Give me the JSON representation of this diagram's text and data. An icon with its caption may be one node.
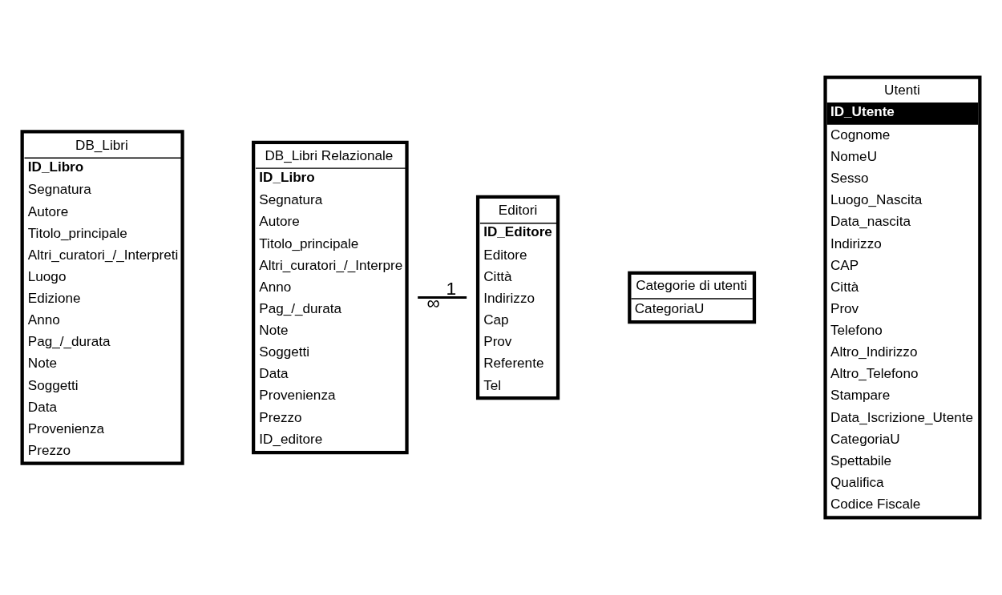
{
  "diagram": {
    "nodes": [
      {
        "text": [
          "DB_Libri",
          "ID_Libro",
          "Segnatura",
          "Autore",
          "Titolo_principale",
          "Altri_curatori_/_Interpreti",
          "Luogo",
          "Edizione",
          "Anno",
          "Pag_/_durata",
          "Note",
          "Soggetti",
          "Data",
          "Provenienza",
          "Prezzo"
        ]
      },
      {
        "text": [
          "DB_Libri Relazionale",
          "ID_Libro",
          "Segnatura",
          "Autore",
          "Titolo_principale",
          "Altri_curatori_/_Interpre",
          "Anno",
          "Pag_/_durata",
          "Note",
          "Soggetti",
          "Data",
          "Provenienza",
          "Prezzo",
          "ID_editore"
        ]
      },
      {
        "text": [
          "Editori",
          "ID_Editore",
          "Editore",
          "Città",
          "Indirizzo",
          "Cap",
          "Prov",
          "Referente",
          "Tel"
        ]
      },
      {
        "text": [
          "Categorie di utenti",
          "CategoriaU"
        ]
      },
      {
        "text": [
          "Utenti",
          "ID_Utente",
          "Cognome",
          "NomeU",
          "Sesso",
          "Luogo_Nascita",
          "Data_nascita",
          "Indirizzo",
          "CAP",
          "Città",
          "Prov",
          "Telefono",
          "Altro_Indirizzo",
          "Altro_Telefono",
          "Stampare",
          "Data_Iscrizione_Utente",
          "CategoriaU",
          "Spettabile",
          "Qualifica",
          "Codice Fiscale"
        ]
      }
    ],
    "edges": [
      {
        "from": 1,
        "to": 2,
        "arrow": "none"
      }
    ],
    "labels": [
      "1",
      "∞"
    ]
  }
}
